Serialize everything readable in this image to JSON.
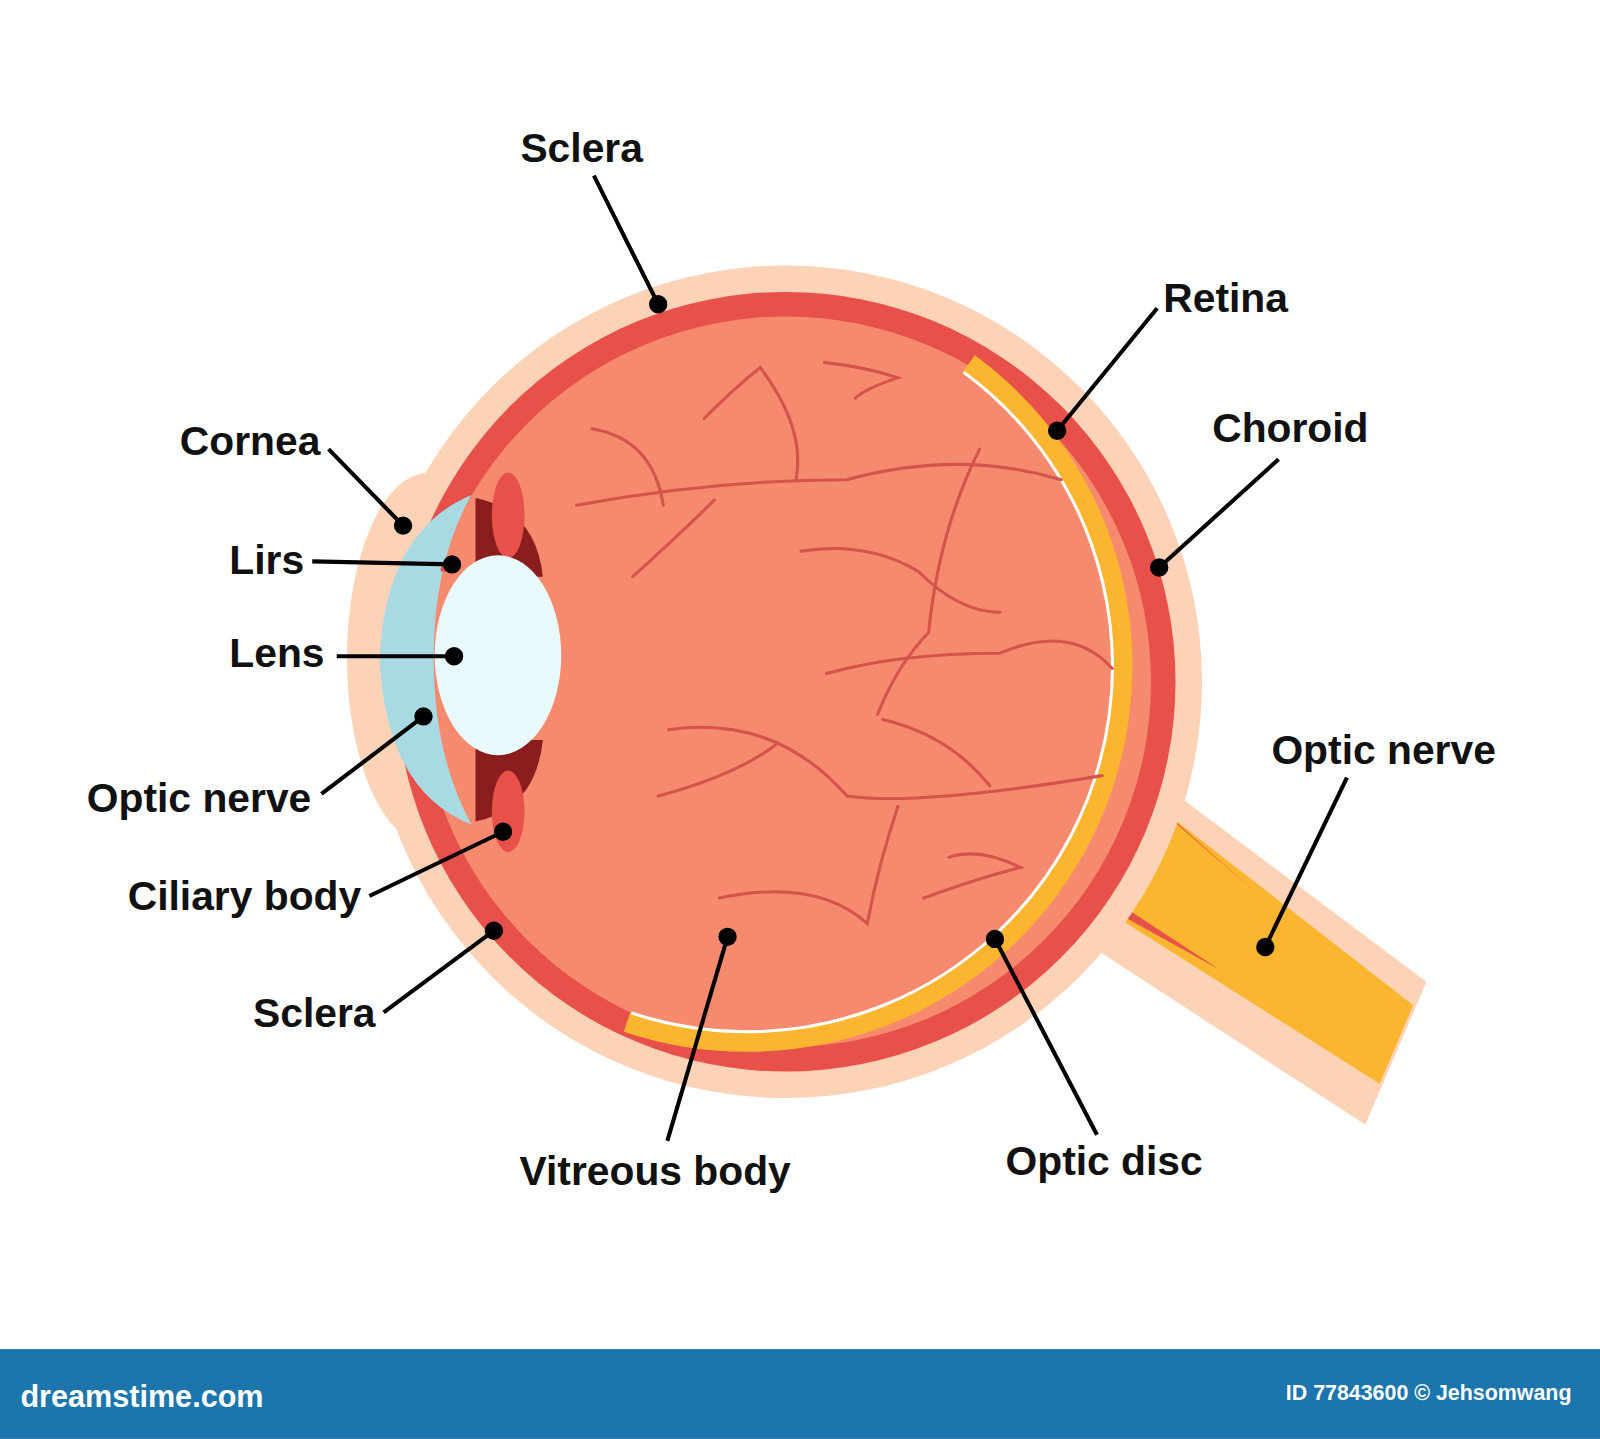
{
  "diagram": {
    "labels": [
      "Sclera",
      "Retina",
      "Choroid",
      "Cornea",
      "Lirs",
      "Lens",
      "Optic nerve",
      "Ciliary body",
      "Sclera",
      "Vitreous body",
      "Optic disc",
      "Optic nerve",
      "dreamstime.com",
      "ID 77843600 © Jehsomwang"
    ]
  }
}
